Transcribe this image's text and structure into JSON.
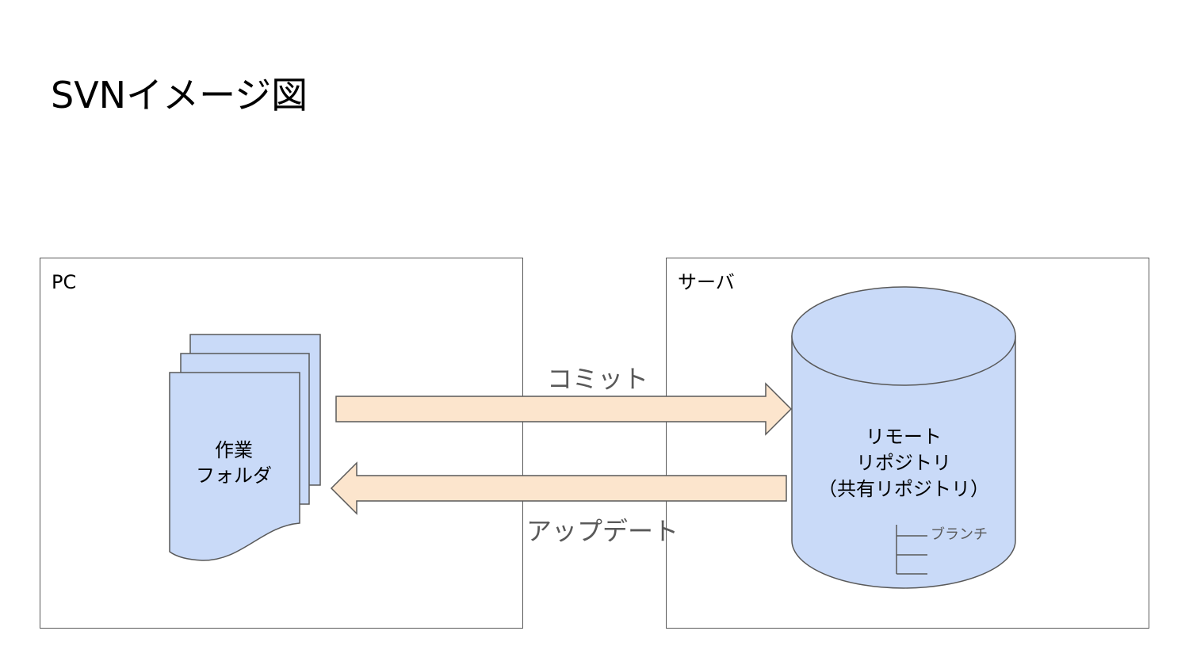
{
  "title": "SVNイメージ図",
  "pc_box": {
    "label": "PC"
  },
  "server_box": {
    "label": "サーバ"
  },
  "working_folder": {
    "line1": "作業",
    "line2": "フォルダ"
  },
  "repository": {
    "line1": "リモート",
    "line2": "リポジトリ",
    "line3": "（共有リポジトリ）",
    "branch_label": "ブランチ"
  },
  "commit_arrow": {
    "label": "コミット"
  },
  "update_arrow": {
    "label": "アップデート"
  },
  "colors": {
    "shape_fill": "#c9daf8",
    "arrow_fill": "#fce5cd",
    "stroke": "#595959"
  }
}
